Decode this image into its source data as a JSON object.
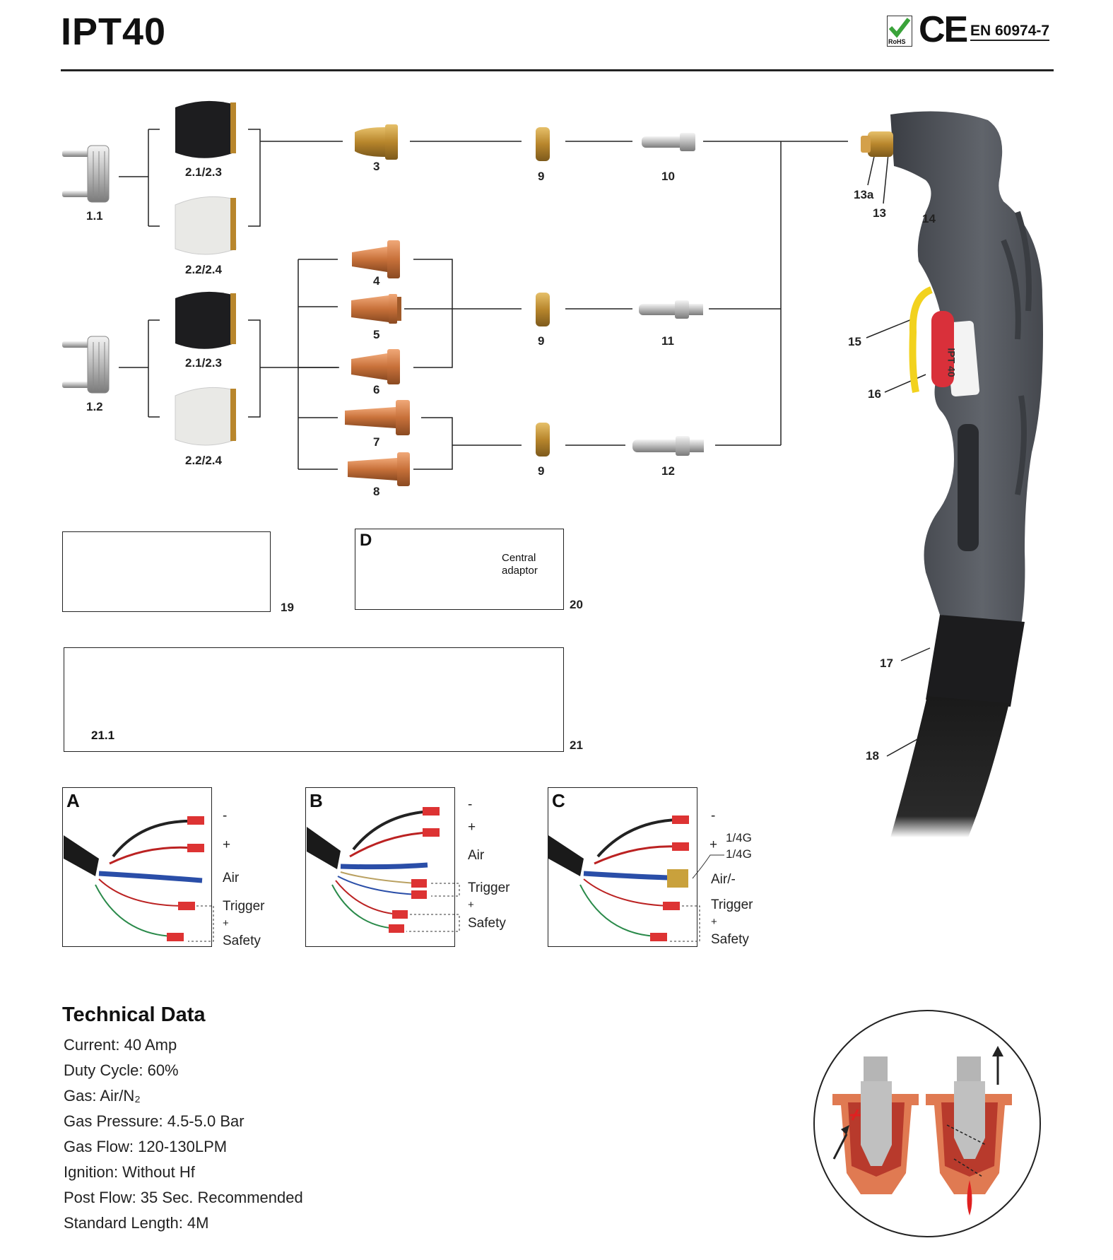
{
  "header": {
    "title": "IPT40",
    "rohs_label": "RoHS",
    "ce_mark": "CE",
    "standard": "EN 60974-7"
  },
  "parts": {
    "p1_1": "1.1",
    "p1_2": "1.2",
    "p2_a": "2.1/2.3",
    "p2_b": "2.2/2.4",
    "p2_c": "2.1/2.3",
    "p2_d": "2.2/2.4",
    "p3": "3",
    "p4": "4",
    "p5": "5",
    "p6": "6",
    "p7": "7",
    "p8": "8",
    "p9_a": "9",
    "p9_b": "9",
    "p9_c": "9",
    "p10": "10",
    "p11": "11",
    "p12": "12",
    "p13a": "13a",
    "p13": "13",
    "p14": "14",
    "p15": "15",
    "p16": "16",
    "p17": "17",
    "p18": "18",
    "p19": "19",
    "p20": "20",
    "p21": "21",
    "p21_1": "21.1"
  },
  "torch": {
    "handle_text": "IPT 40"
  },
  "adaptor_box": {
    "letter": "D",
    "label_line1": "Central",
    "label_line2": "adaptor"
  },
  "wiring": {
    "a": {
      "letter": "A",
      "minus": "-",
      "plus": "+",
      "air": "Air",
      "trigger": "Trigger",
      "and": "+",
      "safety": "Safety"
    },
    "b": {
      "letter": "B",
      "minus": "-",
      "plus": "+",
      "air": "Air",
      "trigger": "Trigger",
      "and": "+",
      "safety": "Safety"
    },
    "c": {
      "letter": "C",
      "minus": "-",
      "plus": "+",
      "fit1": "1/4G",
      "fit2": "1/4G",
      "air": "Air/-",
      "trigger": "Trigger",
      "and": "+",
      "safety": "Safety"
    }
  },
  "technical_data": {
    "title": "Technical Data",
    "lines": [
      "Current: 40 Amp",
      "Duty Cycle: 60%",
      "Gas: Air/N₂",
      "Gas Pressure: 4.5-5.0 Bar",
      "Gas Flow: 120-130LPM",
      "Ignition: Without Hf",
      "Post Flow: 35 Sec. Recommended",
      "Standard Length: 4M"
    ]
  },
  "colors": {
    "copper": "#c8793f",
    "brass": "#c99a3c",
    "torch_gray": "#55585e",
    "trigger_yellow": "#f2d21e",
    "button_red": "#d9303a",
    "nozzle_copper": "#e07a52"
  }
}
